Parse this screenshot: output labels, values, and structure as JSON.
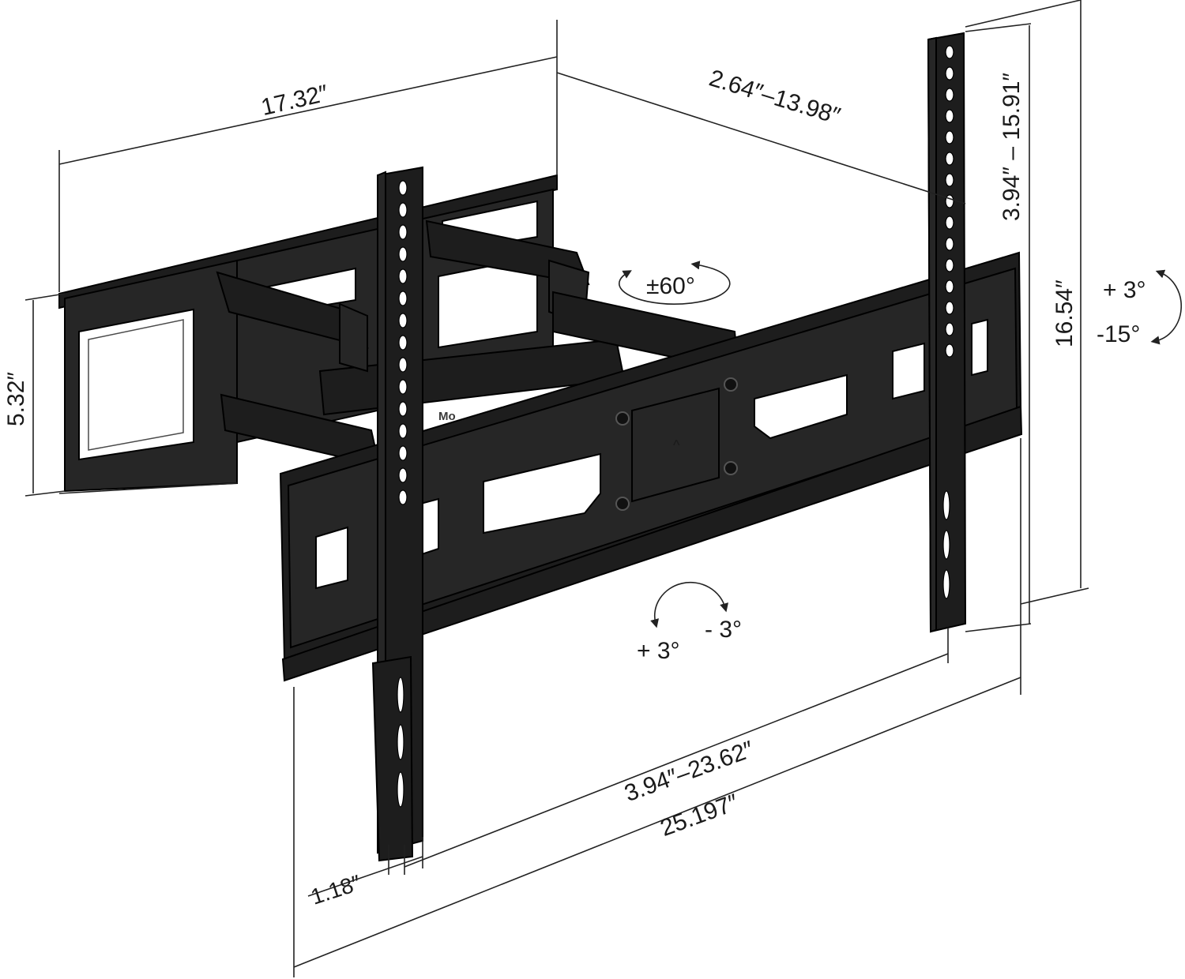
{
  "dimensions": {
    "arm_depth": "17.32″",
    "extension": "2.64″–13.98″",
    "bracket_spacing": "3.94″ – 15.91″",
    "total_height": "16.54″",
    "wall_plate_height": "5.32″",
    "horizontal_spacing": "3.94″–23.62″",
    "total_width": "25.197″",
    "bracket_width": "1.18″"
  },
  "rotations": {
    "swivel": "±60°",
    "tilt_up": "+ 3°",
    "tilt_down": "-15°",
    "level_plus": "+ 3°",
    "level_minus": "-  3°"
  },
  "brand": "Mo"
}
